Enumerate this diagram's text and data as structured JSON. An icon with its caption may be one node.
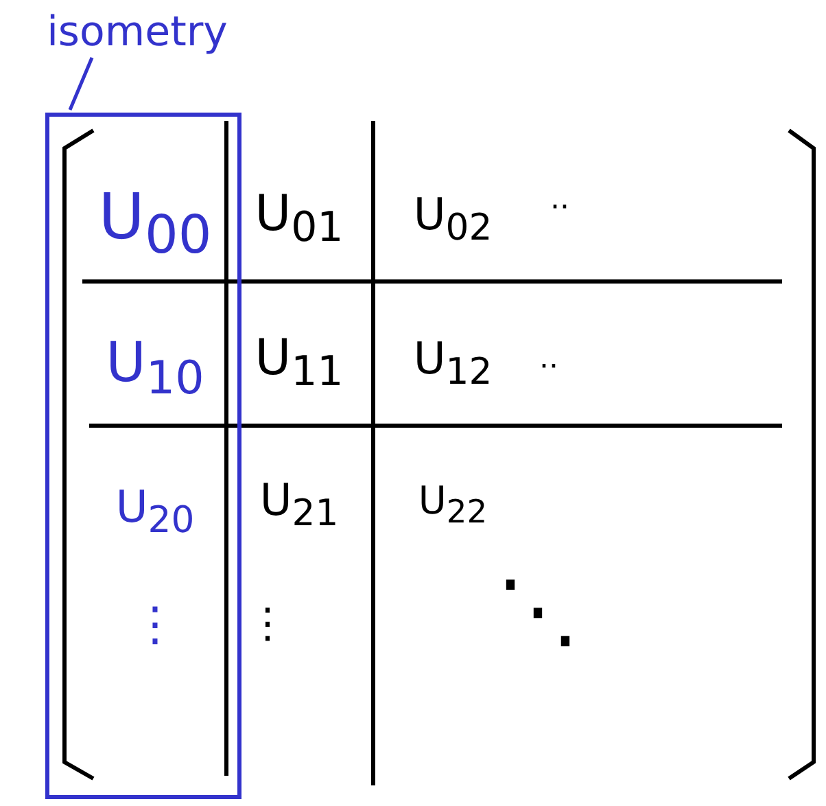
{
  "diagram": {
    "nodes": [
      {
        "text": [
          "isometry"
        ]
      },
      {
        "text": [
          "U$_{00}$",
          "U$_{10}$",
          "U$_{20}$",
          "⋮"
        ]
      }
    ],
    "edges": [
      {
        "from": 0,
        "to": 1,
        "arrow": "none"
      }
    ],
    "labels": [
      "U$_{01}$",
      "U$_{02}$",
      "··",
      "U$_{11}$",
      "U$_{12}$",
      "··",
      "U$_{21}$",
      "U$_{22}$",
      "⋮",
      "⋱"
    ]
  }
}
